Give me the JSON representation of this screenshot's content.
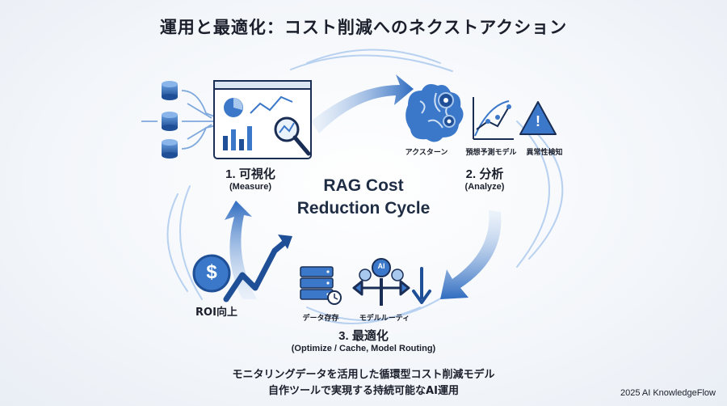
{
  "title": "運用と最適化：コスト削減へのネクストアクション",
  "center": {
    "line1": "RAG Cost",
    "line2": "Reduction Cycle"
  },
  "steps": {
    "measure": {
      "title": "1. 可視化",
      "sub": "(Measure)"
    },
    "analyze": {
      "title": "2. 分析",
      "sub": "(Analyze)"
    },
    "optimize": {
      "title": "3. 最適化",
      "sub": "(Optimize / Cache, Model Routing)"
    }
  },
  "analyze_labels": [
    "アクスターン",
    "預想予測モデル",
    "異常性検知"
  ],
  "optimize_labels": {
    "cache": "データ存存",
    "routing": "モデルルーティ",
    "ai_badge": "AI"
  },
  "roi_label": "ROI向上",
  "roi_symbol": "$",
  "alert_symbol": "!",
  "footer": {
    "line1": "モニタリングデータを活用した循環型コスト削減モデル",
    "line2": "自作ツールで実現する持続可能なAI運用"
  },
  "credit": "2025 AI KnowledgeFlow",
  "colors": {
    "dark_blue": "#1f4f96",
    "mid_blue": "#3b78c9",
    "light_blue": "#a9c8ee",
    "navy": "#1a2e55"
  }
}
